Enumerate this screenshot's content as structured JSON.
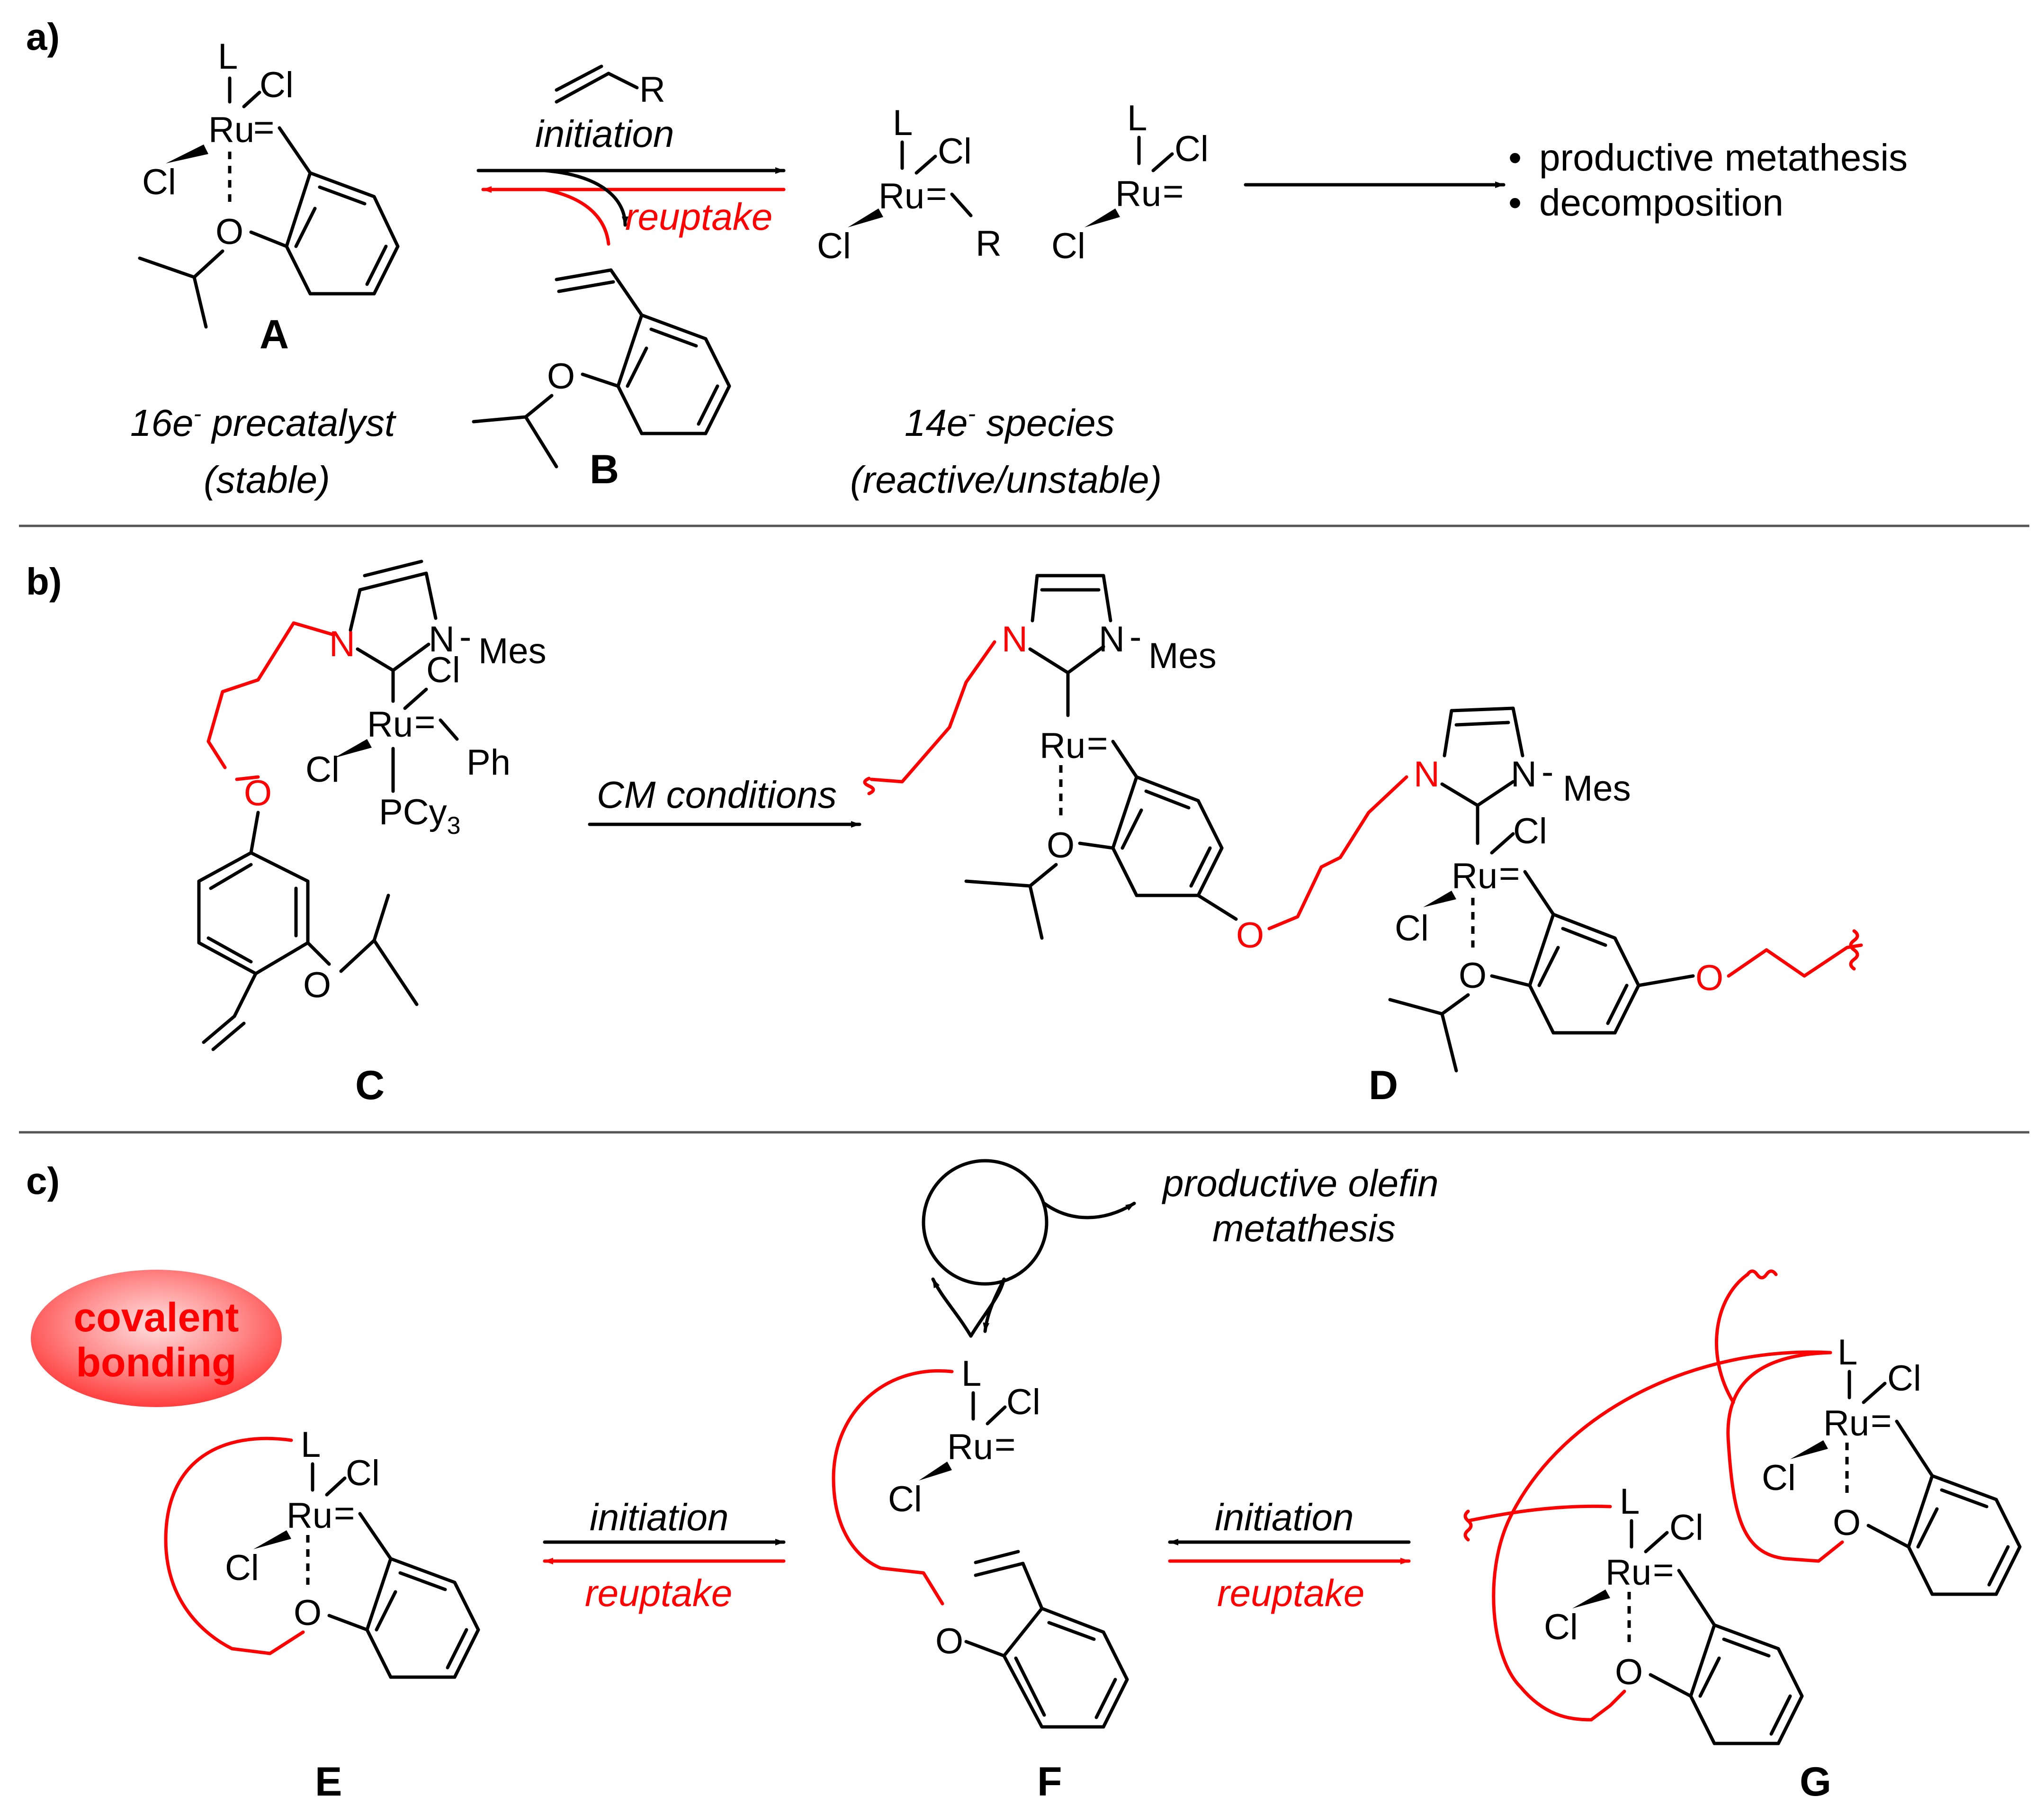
{
  "panels": {
    "a": "a)",
    "b": "b)",
    "c": "c)"
  },
  "compounds": {
    "A": "A",
    "B": "B",
    "C": "C",
    "D": "D",
    "E": "E",
    "F": "F",
    "G": "G"
  },
  "atoms": {
    "L": "L",
    "Cl": "Cl",
    "Ru": "Ru",
    "O": "O",
    "N": "N",
    "R": "R",
    "Ph": "Ph",
    "Mes": "Mes",
    "PCy": "PCy",
    "sub3": "3",
    "eq": "=",
    "dashsep": "-"
  },
  "panel_a": {
    "initiation": "initiation",
    "reuptake": "reuptake",
    "precat_line1_pre": "16e",
    "precat_line1_post": " precatalyst",
    "precat_line2": "(stable)",
    "species_line1_pre": "14e",
    "species_line1_post": " species",
    "species_line2": "(reactive/unstable)",
    "minus": "-",
    "outcomes": [
      "productive metathesis",
      "decomposition"
    ],
    "bullet": "•"
  },
  "panel_b": {
    "cm_conditions": "CM conditions"
  },
  "panel_c": {
    "badge_line1": "covalent",
    "badge_line2": "bonding",
    "initiation": "initiation",
    "reuptake": "reuptake",
    "cycle_line1": "productive olefin",
    "cycle_line2": "metathesis"
  },
  "colors": {
    "tether": "#ff0000",
    "bond": "#000000",
    "badge": "#ff6b6b"
  }
}
